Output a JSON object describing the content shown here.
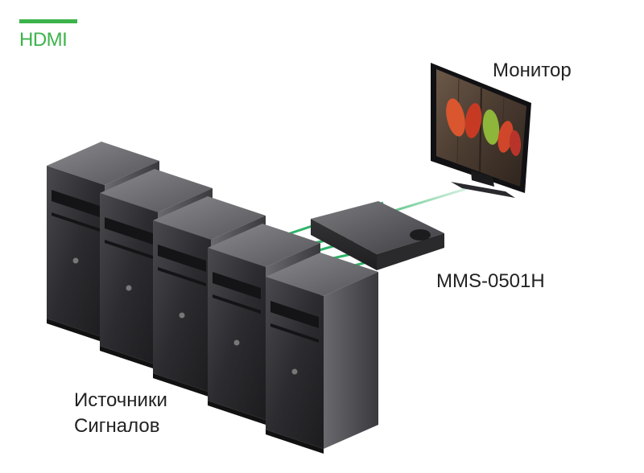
{
  "header": {
    "title": "HDMI"
  },
  "labels": {
    "monitor": "Монитор",
    "device": "MMS-0501H",
    "sources_line1": "Источники",
    "sources_line2": "Сигналов"
  },
  "colors": {
    "accent": "#3cb44b",
    "cable": "#2fb36a"
  },
  "sources_count": 5
}
